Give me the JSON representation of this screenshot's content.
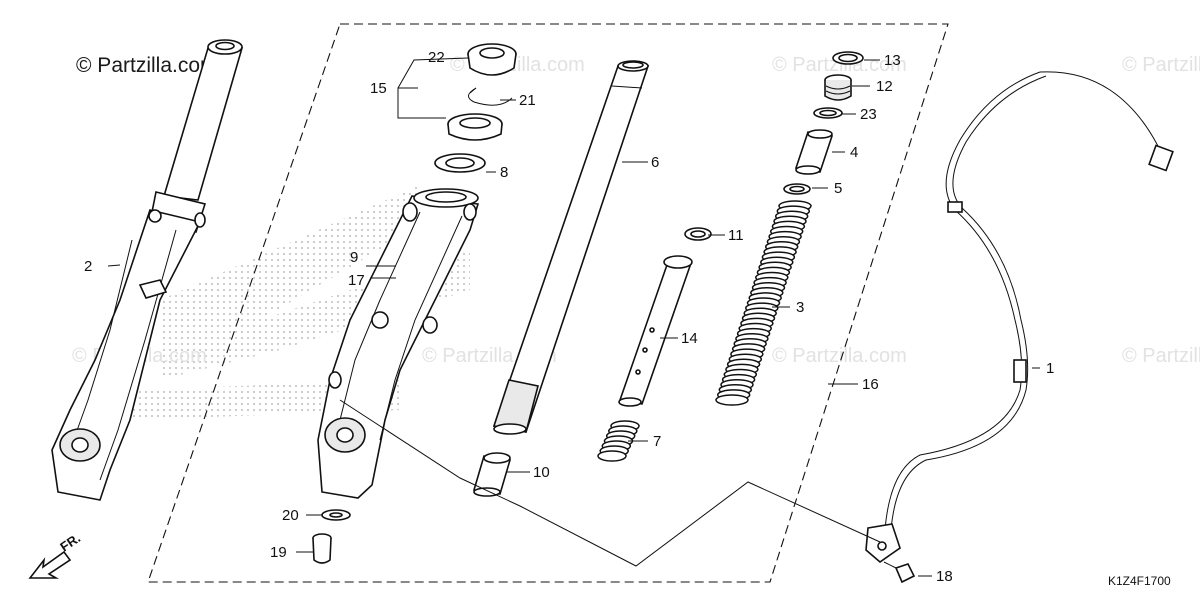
{
  "copyright": "© Partzilla.com",
  "watermark": "© Partzilla.com",
  "diagram_code": "K1Z4F1700",
  "direction_label": "FR.",
  "callouts": {
    "p1": "1",
    "p2": "2",
    "p3": "3",
    "p4": "4",
    "p5": "5",
    "p6": "6",
    "p7": "7",
    "p8": "8",
    "p9": "9",
    "p10": "10",
    "p11": "11",
    "p12": "12",
    "p13": "13",
    "p14": "14",
    "p15": "15",
    "p16": "16",
    "p17": "17",
    "p18": "18",
    "p19": "19",
    "p20": "20",
    "p21": "21",
    "p22": "22",
    "p23": "23"
  }
}
